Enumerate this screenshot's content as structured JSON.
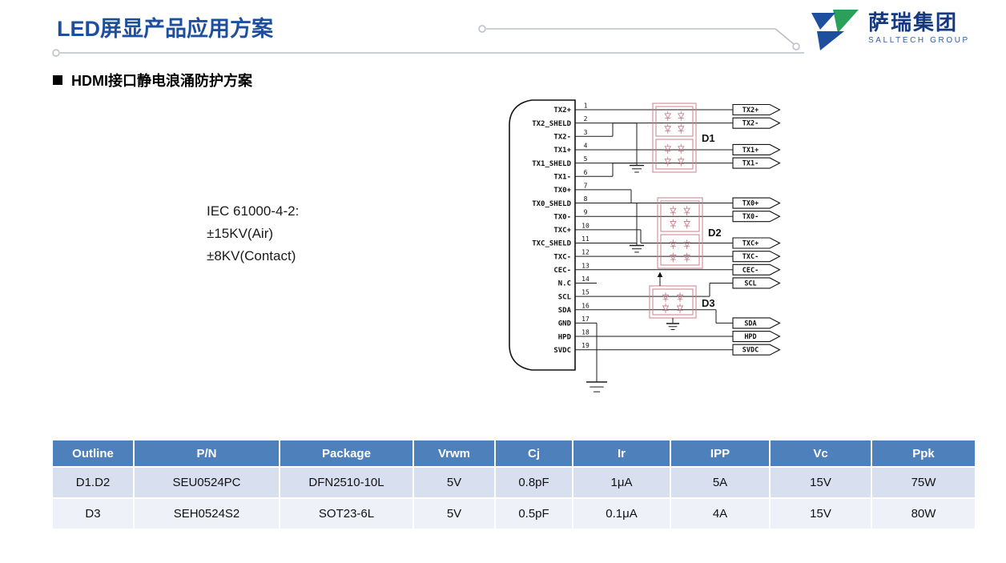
{
  "header": {
    "title": "LED屏显产品应用方案",
    "logo": {
      "company": "萨瑞集团",
      "subtitle": "SALLTECH GROUP"
    }
  },
  "section": {
    "title": "HDMI接口静电浪涌防护方案"
  },
  "note": {
    "lines": [
      "IEC 61000-4-2:",
      "±15KV(Air)",
      "±8KV(Contact)"
    ]
  },
  "schematic": {
    "pins": [
      {
        "num": "1",
        "label": "TX2+",
        "to": "TX2+"
      },
      {
        "num": "2",
        "label": "TX2_SHELD",
        "to": "GND"
      },
      {
        "num": "3",
        "label": "TX2-",
        "to": "TX2-"
      },
      {
        "num": "4",
        "label": "TX1+",
        "to": "TX1+"
      },
      {
        "num": "5",
        "label": "TX1_SHELD",
        "to": "GND"
      },
      {
        "num": "6",
        "label": "TX1-",
        "to": "TX1-"
      },
      {
        "num": "7",
        "label": "TX0+",
        "to": "TX0+"
      },
      {
        "num": "8",
        "label": "TX0_SHELD",
        "to": "GND"
      },
      {
        "num": "9",
        "label": "TX0-",
        "to": "TX0-"
      },
      {
        "num": "10",
        "label": "TXC+",
        "to": "TXC+"
      },
      {
        "num": "11",
        "label": "TXC_SHELD",
        "to": "GND"
      },
      {
        "num": "12",
        "label": "TXC-",
        "to": "TXC-"
      },
      {
        "num": "13",
        "label": "CEC-",
        "to": "CEC-"
      },
      {
        "num": "14",
        "label": "N.C",
        "to": ""
      },
      {
        "num": "15",
        "label": "SCL",
        "to": "SCL"
      },
      {
        "num": "16",
        "label": "SDA",
        "to": "SDA"
      },
      {
        "num": "17",
        "label": "GND",
        "to": "GND"
      },
      {
        "num": "18",
        "label": "HPD",
        "to": "HPD"
      },
      {
        "num": "19",
        "label": "SVDC",
        "to": "SVDC"
      }
    ],
    "outputs": [
      "TX2+",
      "TX2-",
      "TX1+",
      "TX1-",
      "TX0+",
      "TX0-",
      "TXC+",
      "TXC-",
      "CEC-",
      "SCL",
      "SDA",
      "HPD",
      "SVDC"
    ],
    "devices": [
      "D1",
      "D2",
      "D3"
    ]
  },
  "table": {
    "headers": [
      "Outline",
      "P/N",
      "Package",
      "Vrwm",
      "Cj",
      "Ir",
      "IPP",
      "Vc",
      "Ppk"
    ],
    "rows": [
      [
        "D1.D2",
        "SEU0524PC",
        "DFN2510-10L",
        "5V",
        "0.8pF",
        "1μA",
        "5A",
        "15V",
        "75W"
      ],
      [
        "D3",
        "SEH0524S2",
        "SOT23-6L",
        "5V",
        "0.5pF",
        "0.1μA",
        "4A",
        "15V",
        "80W"
      ]
    ]
  },
  "colors": {
    "title_blue": "#1e4e9e",
    "table_header_blue": "#4e80bb",
    "table_row_alt": "#d8e0f0",
    "device_pink": "#c9808e",
    "logo_green": "#2ba05a"
  }
}
